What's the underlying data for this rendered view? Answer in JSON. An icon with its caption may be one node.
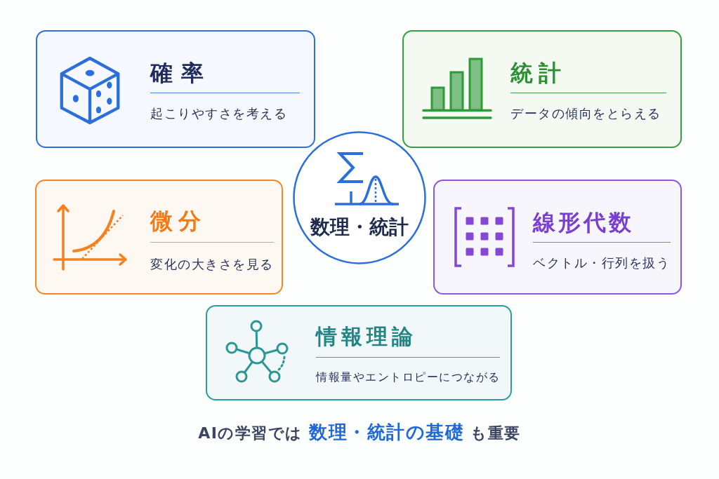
{
  "diagram": {
    "nodes": [
      {
        "text": [
          "確率",
          "起こりやすさを考える"
        ]
      },
      {
        "text": [
          "統計",
          "データの傾向をとらえる"
        ]
      },
      {
        "text": [
          "数理・統計"
        ]
      },
      {
        "text": [
          "微分",
          "変化の大きさを見る"
        ]
      },
      {
        "text": [
          "線形代数",
          "ベクトル・行列を扱う"
        ]
      },
      {
        "text": [
          "情報理論",
          "情報量やエントロピーにつながる"
        ]
      }
    ],
    "caption": "AIの学習では **数理・統計の基礎** も重要"
  }
}
